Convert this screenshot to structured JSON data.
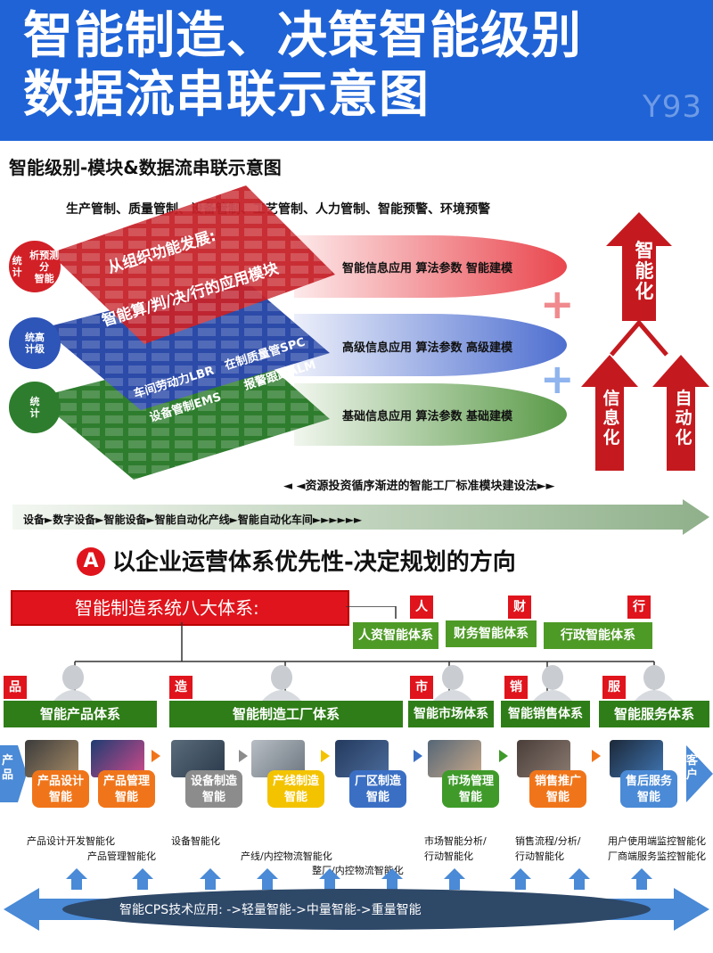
{
  "header": {
    "title": "智能制造、决策智能级别\n数据流串联示意图",
    "watermark": "Y93"
  },
  "section1": {
    "title": "智能级别-模块&数据流串联示意图",
    "top_list": "生产管制、质量管制、设备管制、工艺管制、人力管制、智能预警、环境预警",
    "layer_top_lines": [
      "从组织功能发展:",
      "智能算/判/决/行的应用模块"
    ],
    "layer_mid_lines": [
      "车间劳动力LBR",
      "在制质量管SPC",
      "报警跟踪ALM",
      "设备管制EMS"
    ],
    "circles": [
      {
        "left": "统计",
        "right": "析预测分\n智能"
      },
      {
        "text": "统高\n计级"
      },
      {
        "text": "统\n计"
      }
    ],
    "ellipses": [
      "智能信息应用  算法参数   智能建模",
      "高级信息应用  算法参数   高级建模",
      "基础信息应用  算法参数   基础建模"
    ],
    "plus1": "+",
    "plus2": "+",
    "arrow_top": "智能化",
    "arrow_left": "信息化",
    "arrow_right": "自动化",
    "investment": "◄ ◄资源投资循序渐进的智能工厂标准模块建设法►►",
    "flow": "设备►数字设备►智能设备►智能自动化产线►智能自动化车间►►►►►►"
  },
  "section2": {
    "badge": "A",
    "title": "以企业运营体系优先性-决定规划的方向",
    "main_system": "智能制造系统八大体系:",
    "top_badges": [
      "人",
      "财",
      "行"
    ],
    "top_boxes": [
      "人资智能体系",
      "财务智能体系",
      "行政智能体系"
    ],
    "badges": [
      "品",
      "造",
      "市",
      "销",
      "服"
    ],
    "systems": [
      "智能产品体系",
      "智能制造工厂体系",
      "智能市场体系",
      "智能销售体系",
      "智能服务体系"
    ],
    "left_label": "产\n品",
    "right_label": "客\n户",
    "process": [
      {
        "line1": "产品设计",
        "line2": "智能",
        "color": "#f0751a"
      },
      {
        "line1": "产品管理",
        "line2": "智能",
        "color": "#f0751a"
      },
      {
        "line1": "设备制造",
        "line2": "智能",
        "color": "#8c8c8c"
      },
      {
        "line1": "产线制造",
        "line2": "智能",
        "color": "#f3c300"
      },
      {
        "line1": "厂区制造",
        "line2": "智能",
        "color": "#3a6fc4"
      },
      {
        "line1": "市场管理",
        "line2": "智能",
        "color": "#3f9a2a"
      },
      {
        "line1": "销售推广",
        "line2": "智能",
        "color": "#f0751a"
      },
      {
        "line1": "售后服务",
        "line2": "智能",
        "color": "#4a8ad6"
      }
    ],
    "notes": {
      "n1": "产品设计开发智能化",
      "n2": "产品管理智能化",
      "n3": "设备智能化",
      "n4": "产线/内控物流智能化",
      "n5": "整厂/内控物流智能化",
      "n6a": "市场智能分析/",
      "n6b": "行动智能化",
      "n7a": "销售流程/分析/",
      "n7b": "行动智能化",
      "n8a": "用户使用端监控智能化",
      "n8b": "厂商端服务监控智能化"
    },
    "cps": "智能CPS技术应用: ->轻量智能->中量智能->重量智能"
  },
  "colors": {
    "header_blue": "#1f63d6",
    "red": "#e0141c",
    "green": "#2f7d18",
    "blue_arrow": "#4a8ad6",
    "navy": "#2e4868"
  }
}
